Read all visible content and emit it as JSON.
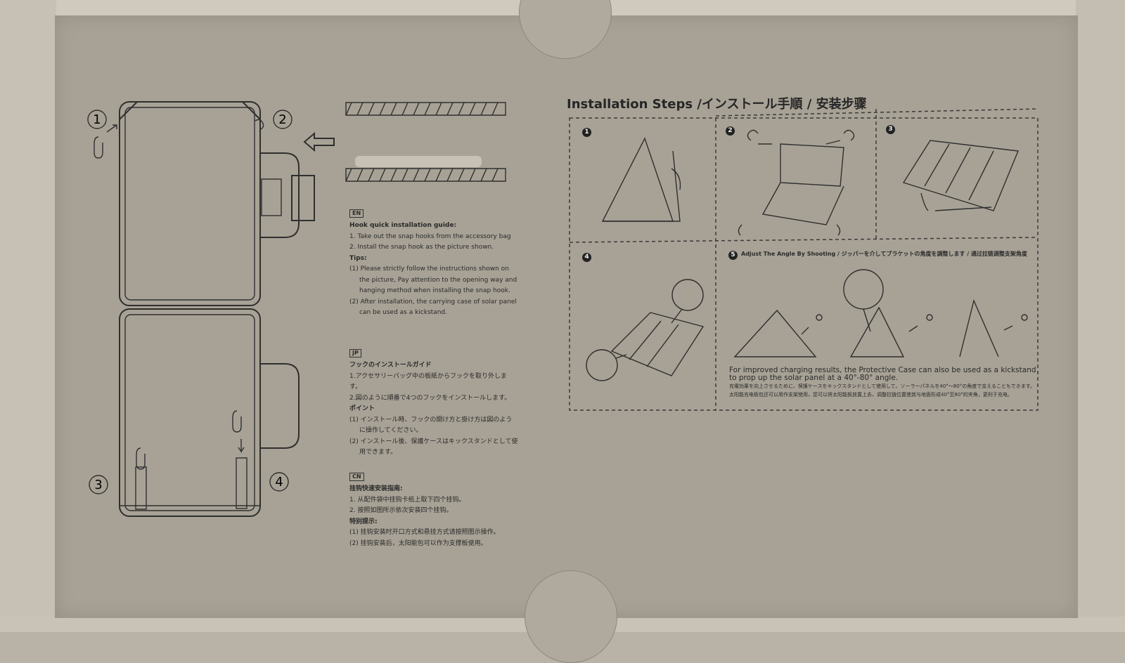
{
  "diagram_numbers": [
    "1",
    "2",
    "3",
    "4"
  ],
  "installation": {
    "title": "Installation Steps /インストール手順 / 安装步骤",
    "steps": [
      "1",
      "2",
      "3",
      "4",
      "5"
    ],
    "step5_title": "Adjust The Angle By Shooting / ジッパーを介してブラケットの角度を調整します / 通过拉链调整支架角度",
    "kickstand_en": "For improved charging results, the Protective Case can also be used as a kickstand to prop up the solar panel at a 40°-80° angle.",
    "kickstand_jp": "充電効果を向上させるために、保護ケースをキックスタンドとして使用して、ソーラーパネルを40°〜80°の角度で支えることもできます。",
    "kickstand_cn": "太阳能充电板包还可以用作支架使用，您可以将太阳能板放置上去，调整拉链位置使其与地面形成40°至80°的夹角，更利于充电。"
  },
  "guide_en": {
    "tag": "EN",
    "title": "Hook quick installation guide:",
    "steps": [
      "1. Take out the snap hooks from the accessory bag",
      "2. Install the snap hook as the picture shown."
    ],
    "tips_label": "Tips:",
    "tips": [
      "(1) Please strictly follow the instructions shown on the picture, Pay attention to the opening way and hanging method when installing the snap hook.",
      "(2) After installation, the carrying case of solar panel can be used as a kickstand."
    ]
  },
  "guide_jp": {
    "tag": "JP",
    "title": "フックのインストールガイド",
    "steps": [
      "1.アクセサリーバッグ中の板紙からフックを取り外します。",
      "2.図のように順番で4つのフックをインストールします。"
    ],
    "tips_label": "ポイント",
    "tips": [
      "(1) インストール時、フックの開け方と掛け方は図のように操作してください。",
      "(2) インストール後、保護ケースはキックスタンドとして使用できます。"
    ]
  },
  "guide_cn": {
    "tag": "CN",
    "title": "挂钩快速安装指南:",
    "steps": [
      "1. 从配件袋中挂钩卡纸上取下四个挂钩。",
      "2. 按照如图所示依次安装四个挂钩。"
    ],
    "tips_label": "特别提示:",
    "tips": [
      "(1) 挂钩安装时开口方式和悬挂方式请按照图示操作。",
      "(2) 挂钩安装后，太阳能包可以作为支撑板使用。"
    ]
  }
}
